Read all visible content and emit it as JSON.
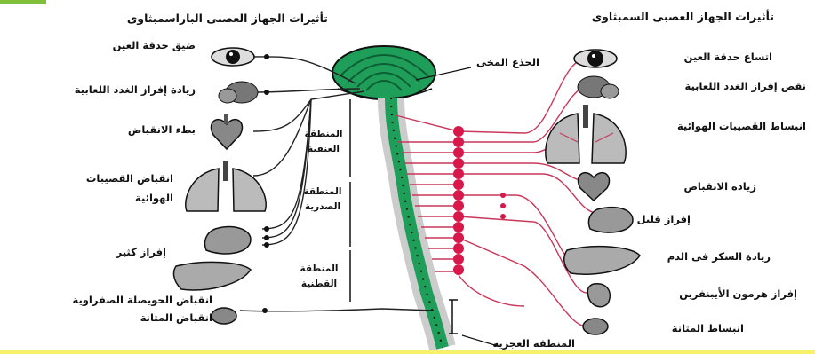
{
  "parasympathetic": {
    "title": "تأثيرات الجهاز العصبى الباراسمبثاوى",
    "effects": [
      "ضيق حدقة العين",
      "زيادة إفراز الغدد اللعابية",
      "بطء الانقباض",
      "انقباض القصيبات الهوائية",
      "إفراز كثير",
      "انقباض الحويصلة الصفراوية",
      "انقباض المثانة"
    ]
  },
  "sympathetic": {
    "title": "تأثيرات الجهاز العصبى السمبثاوى",
    "effects": [
      "اتساع حدقة العين",
      "نقص إفراز الغدد اللعابية",
      "انبساط القصيبات الهوائية",
      "زيادة الانقباض",
      "إفراز قليل",
      "زيادة السكر فى الدم",
      "إفراز هرمون الأيبنفرين",
      "انبساط المثانة"
    ]
  },
  "center": {
    "brainstem": "الجذع المخى",
    "regions": [
      "المنطقة العنقية",
      "المنطقة الصدرية",
      "المنطقة القطنية"
    ],
    "sacral": "المنطقة العجزية"
  },
  "colors": {
    "cord_green": "#1f9e5a",
    "ganglion_red": "#d8174a",
    "sym_line": "#c9375a",
    "para_line": "#222222",
    "accent_green": "#7fbf3a",
    "bottom_yellow": "#f6f06a"
  },
  "icons": [
    "eye-icon",
    "salivary-gland-icon",
    "heart-icon",
    "lungs-icon",
    "stomach-icon",
    "liver-icon",
    "adrenal-icon",
    "bladder-icon",
    "brain-icon",
    "spinal-cord-icon"
  ]
}
